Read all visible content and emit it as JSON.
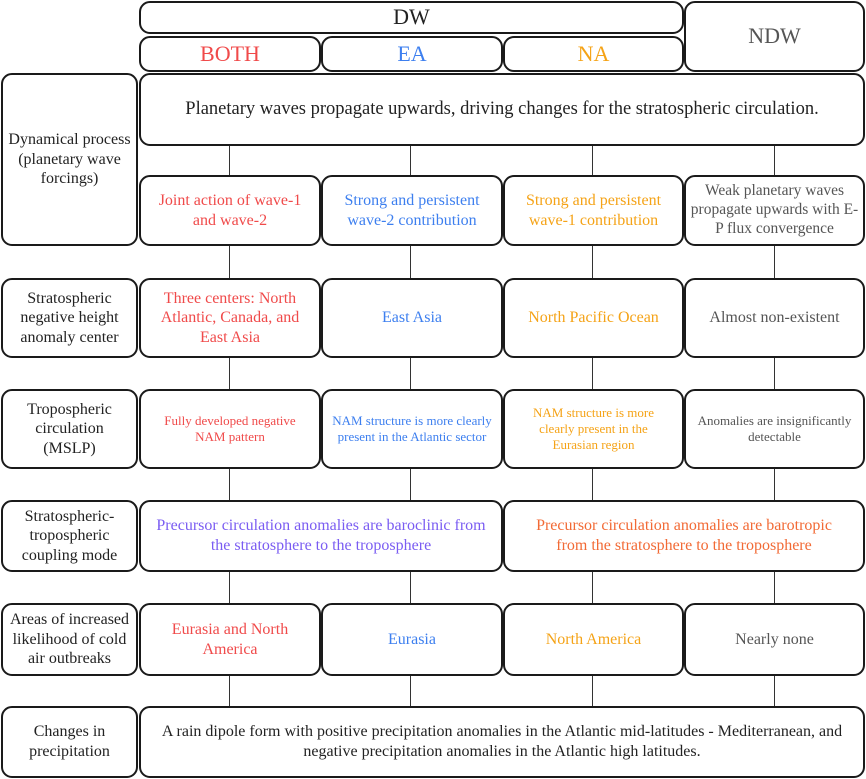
{
  "colors": {
    "both": "#f04a4a",
    "ea": "#3d7fef",
    "na": "#f5a317",
    "ndw": "#555555",
    "baroclinic": "#7a5cf2",
    "barotropic": "#f26a35",
    "text": "#222222",
    "border": "#1a1a1a"
  },
  "headers": {
    "dw": "DW",
    "ndw": "NDW",
    "both": "BOTH",
    "ea": "EA",
    "na": "NA"
  },
  "rows": [
    {
      "label": "Dynamical process (planetary wave forcings)",
      "summary": "Planetary waves propagate upwards, driving changes for the stratospheric circulation.",
      "both": "Joint action of wave-1 and wave-2",
      "ea": "Strong and persistent wave-2 contribution",
      "na": "Strong and persistent wave-1 contribution",
      "ndw": "Weak planetary waves propagate upwards with E-P flux convergence"
    },
    {
      "label": "Stratospheric negative height anomaly center",
      "both": "Three centers: North Atlantic, Canada, and East Asia",
      "ea": "East Asia",
      "na": "North Pacific Ocean",
      "ndw": "Almost non-existent"
    },
    {
      "label": "Tropospheric circulation (MSLP)",
      "both": "Fully developed negative NAM pattern",
      "ea": "NAM structure is more clearly present in the Atlantic sector",
      "na": "NAM structure is more clearly present in the Eurasian region",
      "ndw": "Anomalies are insignificantly detectable"
    },
    {
      "label": "Stratospheric-tropospheric coupling mode",
      "both_ea": "Precursor circulation anomalies are baroclinic from the stratosphere to the troposphere",
      "na_ndw": "Precursor circulation anomalies are barotropic from the stratosphere to the troposphere"
    },
    {
      "label": "Areas of increased likelihood of cold air outbreaks",
      "both": "Eurasia and North America",
      "ea": "Eurasia",
      "na": "North America",
      "ndw": "Nearly none"
    },
    {
      "label": "Changes in precipitation",
      "all": "A rain dipole form with positive precipitation anomalies in the Atlantic mid-latitudes - Mediterranean, and negative precipitation anomalies in the Atlantic high latitudes."
    }
  ]
}
